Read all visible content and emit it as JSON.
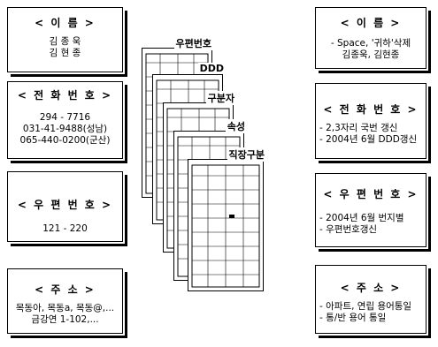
{
  "left": {
    "name": {
      "title": "< 이 름 >",
      "lines": [
        "김 종 욱",
        "김 현 종"
      ]
    },
    "phone": {
      "title": "< 전 화 번 호 >",
      "lines": [
        "294 - 7716",
        "031-41-9488(성남)",
        "065-440-0200(군산)"
      ]
    },
    "postal": {
      "title": "< 우 편 번 호 >",
      "lines": [
        "121 - 220"
      ]
    },
    "address": {
      "title": "< 주 소 >",
      "lines": [
        "목동아, 목동a, 목동@,...",
        "금강연 1-102,..."
      ]
    }
  },
  "right": {
    "name": {
      "title": "< 이 름 >",
      "lines": [
        "- Space, '귀하'삭제",
        "김종욱, 김현종"
      ]
    },
    "phone": {
      "title": "< 전 화 번 호 >",
      "lines": [
        "- 2,3자리 국번 갱신",
        "- 2004년 6월 DDD갱신"
      ]
    },
    "postal": {
      "title": "< 우 편 번 호 >",
      "lines": [
        "- 2004년 6월 번지별",
        "- 우편번호갱신"
      ]
    },
    "address": {
      "title": "< 주 소 >",
      "lines": [
        "- 아파트, 연립 용어통일",
        "- 통/반 용어 통일"
      ]
    }
  },
  "stack": [
    "우편번호",
    "DDD",
    "구분자",
    "속성",
    "직장구분"
  ]
}
